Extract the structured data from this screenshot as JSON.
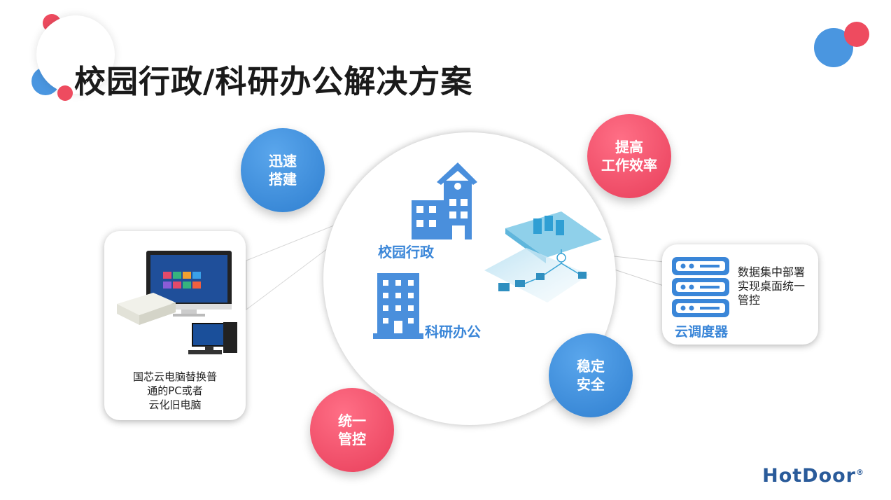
{
  "title": "校园行政/科研办公解决方案",
  "badges": {
    "fast_build": [
      "迅速",
      "搭建"
    ],
    "efficiency": [
      "提高",
      "工作效率"
    ],
    "stable": [
      "稳定",
      "安全"
    ],
    "unified": [
      "统一",
      "管控"
    ]
  },
  "center": {
    "campus_admin": "校园行政",
    "research_office": "科研办公"
  },
  "left_card": {
    "lines": [
      "国芯云电脑替换普",
      "通的PC或者",
      "云化旧电脑"
    ]
  },
  "right_card": {
    "lines": [
      "数据集中部署",
      "实现桌面统一",
      "管控"
    ],
    "label": "云调度器"
  },
  "logo": {
    "text": "HotDoor",
    "mark": "®"
  },
  "colors": {
    "blue": "#3a86d8",
    "red": "#e83e5a",
    "icon_blue": "#4a8fdc"
  }
}
